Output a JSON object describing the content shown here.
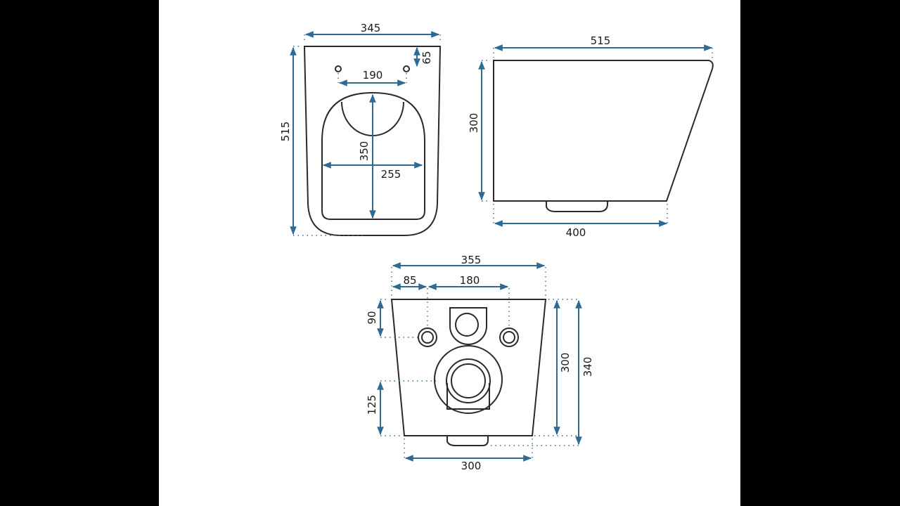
{
  "front_view": {
    "width": "345",
    "hole_offset": "65",
    "hole_spacing": "190",
    "seat_length": "350",
    "seat_width": "255",
    "length": "515"
  },
  "side_view": {
    "length": "515",
    "height": "300",
    "base_length": "400"
  },
  "back_view": {
    "top_width": "355",
    "hole_edge": "85",
    "hole_spacing": "180",
    "hole_height": "90",
    "outlet_height": "125",
    "body_height": "300",
    "total_height": "340",
    "bottom_width": "300"
  },
  "colors": {
    "dimension": "#2f6a94",
    "outline": "#2a2a2a"
  }
}
